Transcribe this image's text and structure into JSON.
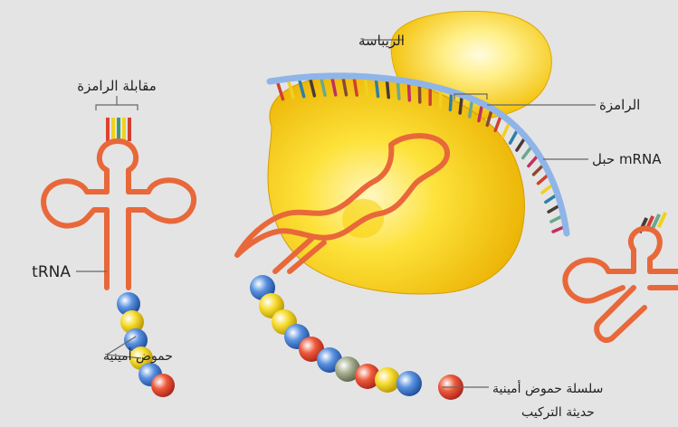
{
  "labels": {
    "ribosome": "الريباسة",
    "anticodon": "مقابلة الرامزة",
    "codon": "الرامزة",
    "mrna_strand": "حبل mRNA",
    "trna": "tRNA",
    "amino_acids": "حموض أمينية",
    "new_chain_line1": "سلسلة حموض أمينية",
    "new_chain_line2": "حديثة التركيب"
  },
  "colors": {
    "background": "#e4e4e4",
    "ribosome": "#f3c400",
    "ribosome_light": "#fff6a8",
    "trna": "#e8683a",
    "mrna": "#8fb5e8",
    "bead_blue": "#3e78c8",
    "bead_yellow": "#f0d21a",
    "bead_red": "#e0402e",
    "bead_grey": "#9aa08a",
    "base_colors": [
      "#d04030",
      "#f0d020",
      "#2e7fa8",
      "#4a3a36",
      "#6aa890",
      "#c03060",
      "#8a4a30"
    ]
  },
  "bead_sequences": {
    "left_chain": [
      "bead_blue",
      "bead_yellow",
      "bead_blue",
      "bead_yellow",
      "bead_blue",
      "bead_red"
    ],
    "center_chain": [
      "bead_blue",
      "bead_yellow",
      "bead_yellow",
      "bead_blue",
      "bead_red",
      "bead_blue",
      "bead_grey",
      "bead_red",
      "bead_yellow",
      "bead_blue",
      "bead_red"
    ]
  }
}
